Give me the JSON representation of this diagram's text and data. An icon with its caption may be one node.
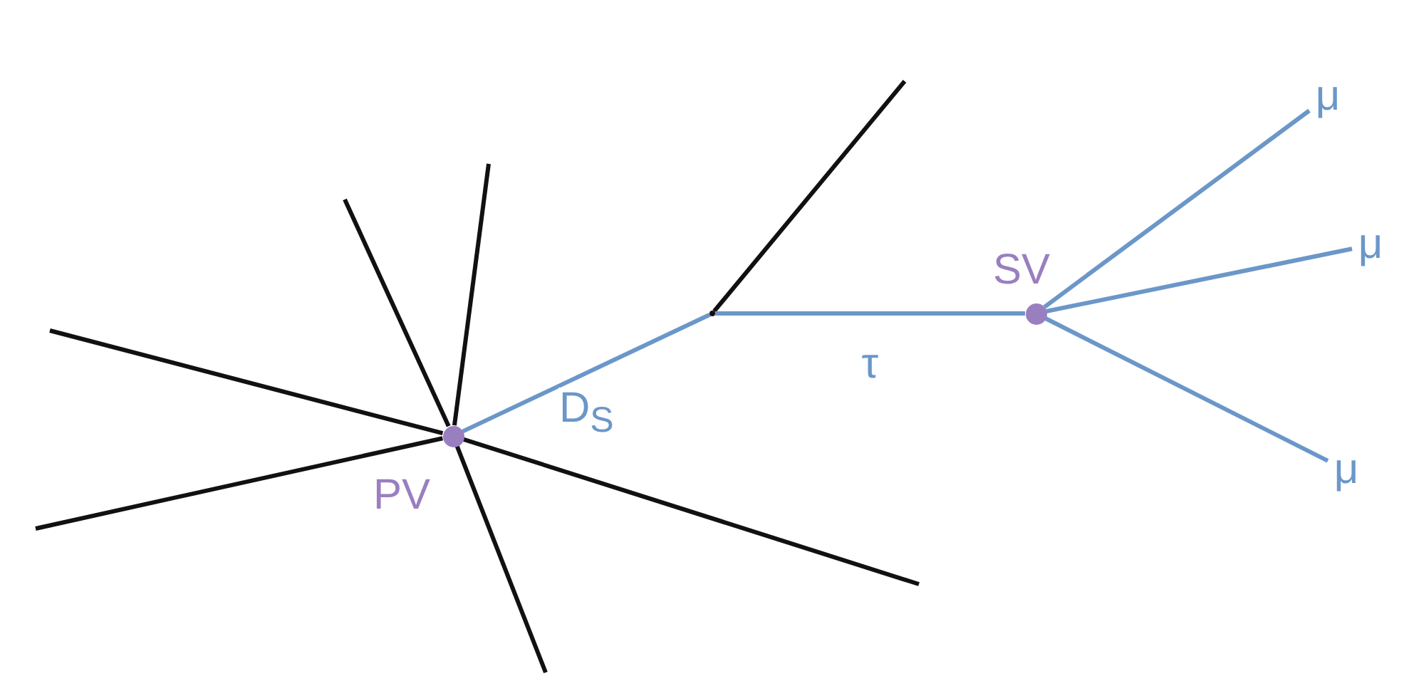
{
  "diagram": {
    "nodes": [
      {
        "text": [],
        "shape": "circle",
        "beside": [
          "PV"
        ]
      },
      {
        "text": [],
        "shape": "point"
      },
      {
        "text": [],
        "shape": "circle",
        "beside": [
          "SV"
        ]
      },
      {
        "text": [
          "μ"
        ]
      },
      {
        "text": [
          "μ"
        ]
      },
      {
        "text": [
          "μ"
        ]
      }
    ],
    "edges": [
      {
        "from": 0,
        "to": null,
        "arrow": "none"
      },
      {
        "from": 0,
        "to": null,
        "arrow": "none"
      },
      {
        "from": 0,
        "to": null,
        "arrow": "none"
      },
      {
        "from": 0,
        "to": null,
        "arrow": "none"
      },
      {
        "from": 0,
        "to": null,
        "arrow": "none"
      },
      {
        "from": 0,
        "to": null,
        "arrow": "none"
      },
      {
        "from": 0,
        "to": 1,
        "arrow": "none",
        "label": "D$_{S}$",
        "color": "#6b97c8"
      },
      {
        "from": 1,
        "to": null,
        "arrow": "none"
      },
      {
        "from": 1,
        "to": 2,
        "arrow": "none",
        "label": "τ",
        "color": "#6b97c8"
      },
      {
        "from": 2,
        "to": 3,
        "arrow": "none",
        "color": "#6b97c8"
      },
      {
        "from": 2,
        "to": 4,
        "arrow": "none",
        "color": "#6b97c8"
      },
      {
        "from": 2,
        "to": 5,
        "arrow": "none",
        "color": "#6b97c8"
      }
    ]
  }
}
